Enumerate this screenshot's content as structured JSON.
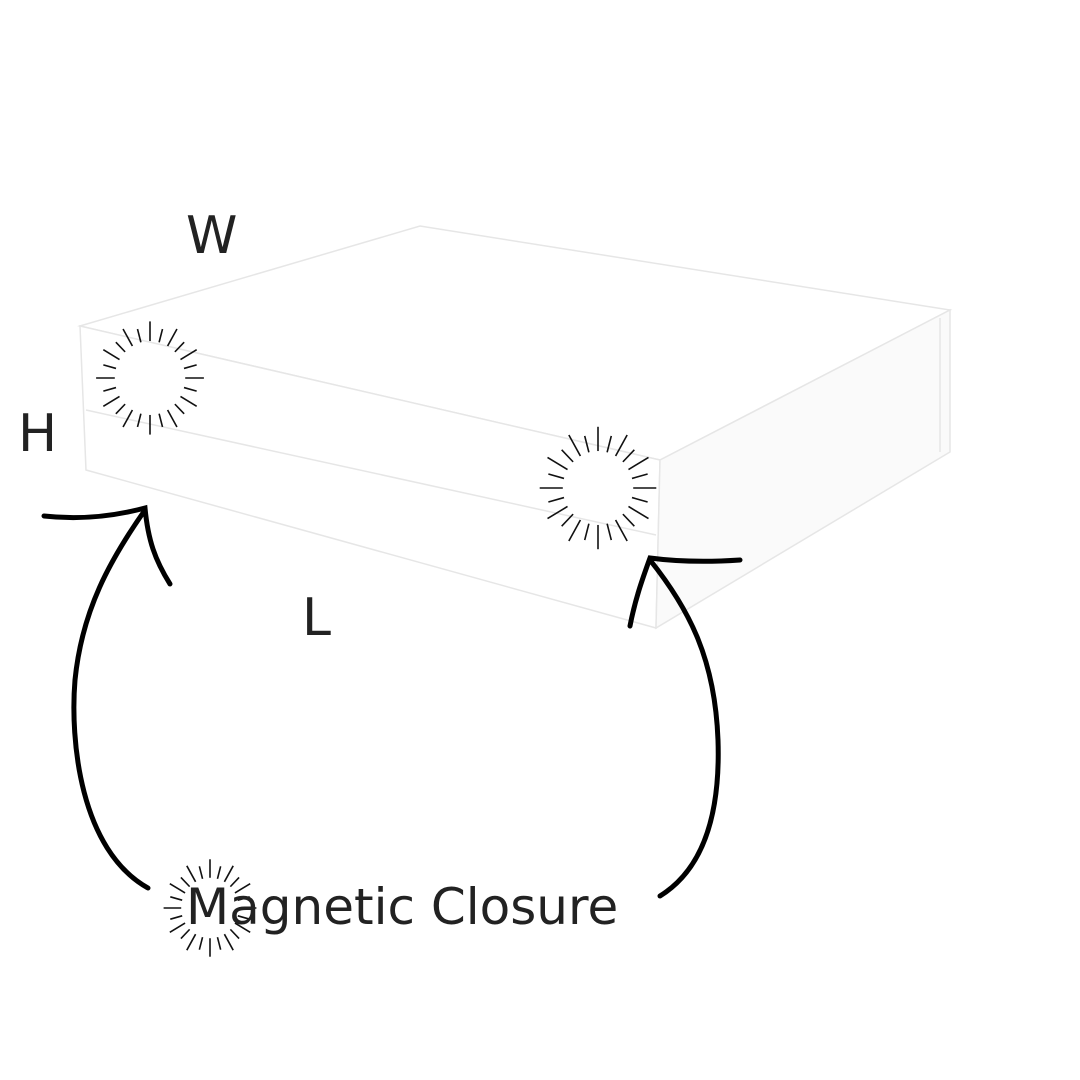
{
  "labels": {
    "width": "W",
    "height": "H",
    "length": "L",
    "caption": "Magnetic Closure"
  },
  "colors": {
    "text": "#222222",
    "stroke": "#111111",
    "box_edge": "#e4e4e4"
  }
}
